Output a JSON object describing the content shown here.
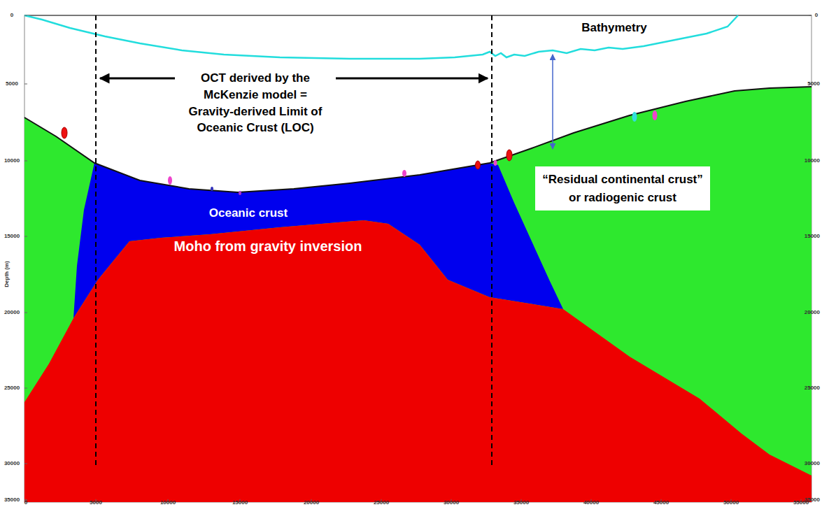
{
  "diagram": {
    "nodes": [
      {
        "text": [
          "OCT derived by the McKenzie model = Gravity-derived Limit of Oceanic Crust (LOC)"
        ]
      },
      {
        "text": [
          "“Residual continental crust” or radiogenic crust"
        ]
      }
    ],
    "labels": [
      "Bathymetry",
      "Oceanic crust",
      "Moho from gravity inversion",
      "Depth (m)",
      "0",
      "5000",
      "10000",
      "15000",
      "20000",
      "25000",
      "30000",
      "35000",
      "40000",
      "45000",
      "50000",
      "55000",
      "0",
      "5000",
      "10000",
      "15000",
      "20000",
      "25000",
      "30000",
      "35000",
      "0",
      "5000",
      "10000",
      "15000",
      "20000",
      "25000",
      "30000",
      "35000"
    ]
  }
}
